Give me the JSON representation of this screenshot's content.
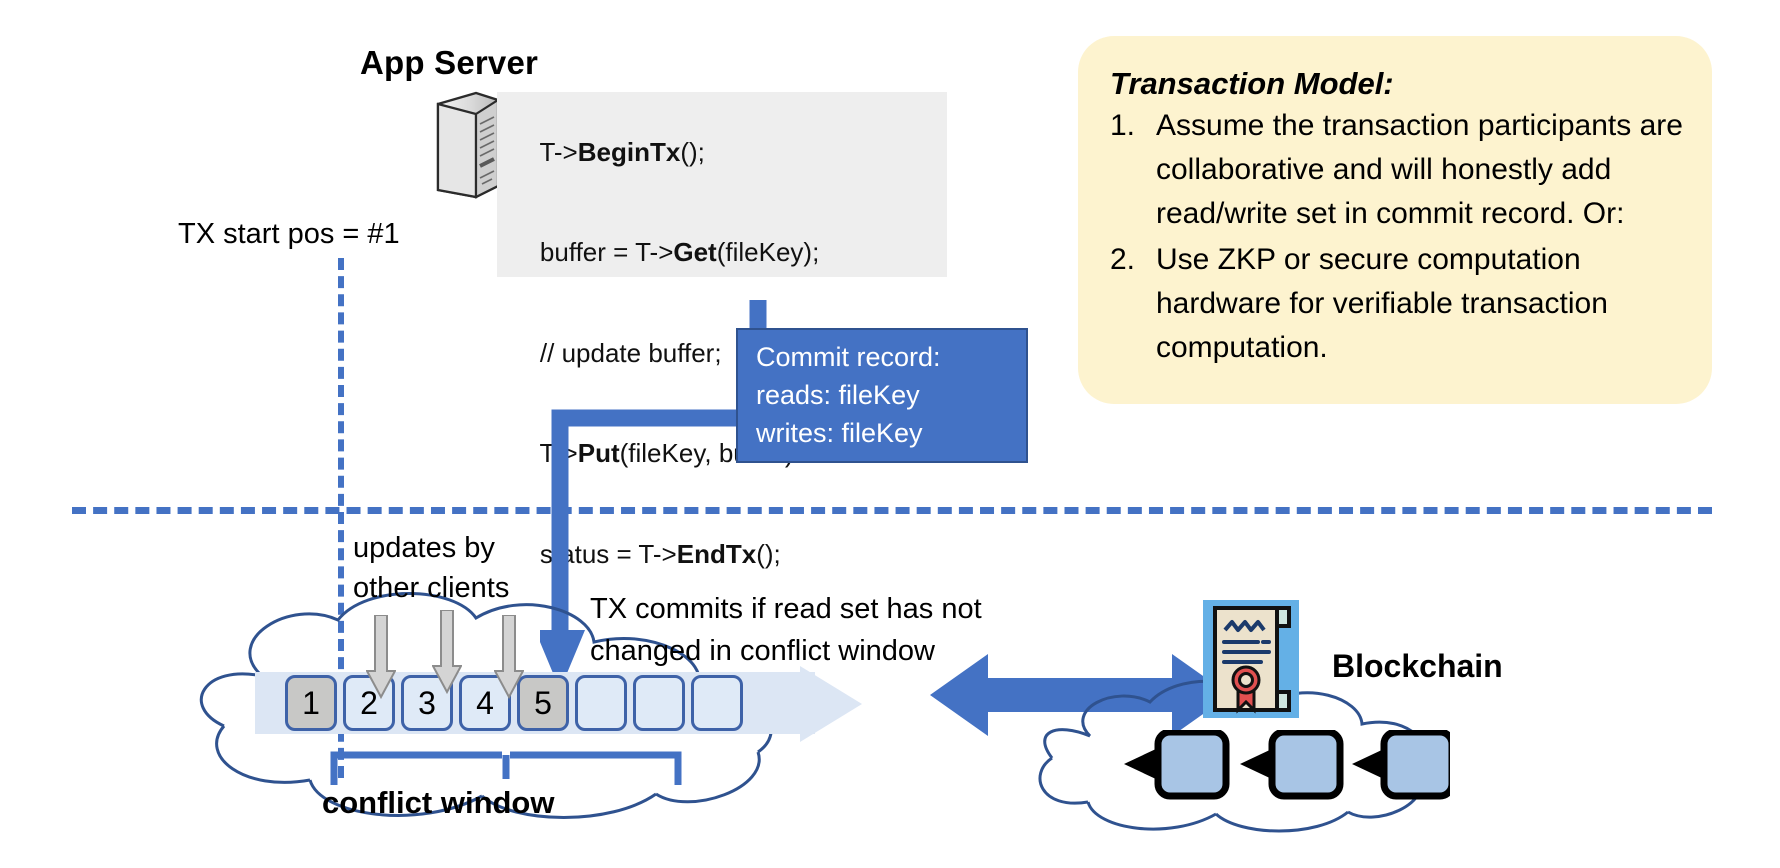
{
  "app_server": {
    "title": "App Server",
    "icon": "server-tower-icon",
    "code_lines": [
      {
        "pre": "T->",
        "bold": "BeginTx",
        "post": "();"
      },
      {
        "pre": "buffer = T->",
        "bold": "Get",
        "post": "(fileKey);"
      },
      {
        "pre": "// update buffer;",
        "bold": "",
        "post": ""
      },
      {
        "pre": "T->",
        "bold": "Put",
        "post": "(fileKey, buffer)"
      },
      {
        "pre": "status = T->",
        "bold": "EndTx",
        "post": "();"
      }
    ]
  },
  "tx_start": {
    "label": "TX start pos = #1"
  },
  "commit_record": {
    "title": "Commit record:",
    "reads": "reads: fileKey",
    "writes": "writes: fileKey",
    "bg_color": "#4472c4"
  },
  "transaction_model": {
    "heading": "Transaction Model:",
    "items": [
      {
        "num": "1.",
        "text": "Assume the transaction participants are collaborative and will honestly add read/write set in commit record.  Or:"
      },
      {
        "num": "2.",
        "text": "Use ZKP or secure computation hardware for verifiable transaction computation."
      }
    ],
    "bg_color": "#fdf3cf"
  },
  "ledger": {
    "updates_label_line1": "updates by",
    "updates_label_line2": "other clients",
    "commit_note_line1": "TX commits if read set has not",
    "commit_note_line2": "changed in conflict window",
    "conflict_window_label": "conflict window",
    "blocks": [
      {
        "label": "1",
        "filled": true
      },
      {
        "label": "2",
        "filled": false
      },
      {
        "label": "3",
        "filled": false
      },
      {
        "label": "4",
        "filled": false
      },
      {
        "label": "5",
        "filled": true
      },
      {
        "label": "",
        "filled": false
      },
      {
        "label": "",
        "filled": false
      },
      {
        "label": "",
        "filled": false
      }
    ]
  },
  "blockchain": {
    "label": "Blockchain",
    "cert_icon": "certificate-seal-icon",
    "chain_blocks": [
      "",
      "",
      ""
    ],
    "accent_color": "#4472c4",
    "block_color": "#a8c5e5"
  },
  "colors": {
    "accent_blue": "#4472c4",
    "dark_blue": "#2f528f",
    "card_yellow": "#fdf3cf",
    "code_grey": "#eeeeee",
    "block_fill": "#c8c8c6",
    "block_light": "#dfeaf7"
  }
}
